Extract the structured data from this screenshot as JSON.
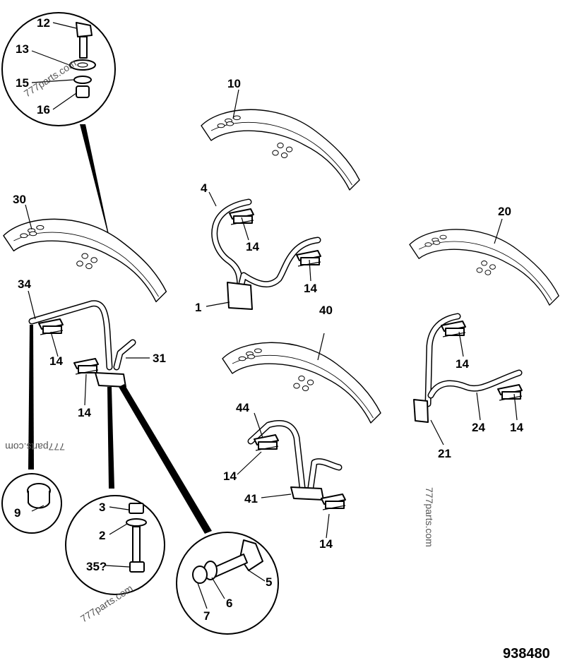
{
  "drawing_number": "938480",
  "watermark": "777parts.com",
  "callouts": {
    "c1": "1",
    "c2": "2",
    "c3": "3",
    "c4": "4",
    "c5": "5",
    "c6": "6",
    "c7": "7",
    "c9": "9",
    "c10": "10",
    "c12": "12",
    "c13": "13",
    "c14": "14",
    "c15": "15",
    "c16": "16",
    "c20": "20",
    "c21": "21",
    "c24": "24",
    "c30": "30",
    "c31": "31",
    "c34": "34",
    "c35": "35?",
    "c40": "40",
    "c41": "41",
    "c44": "44"
  }
}
